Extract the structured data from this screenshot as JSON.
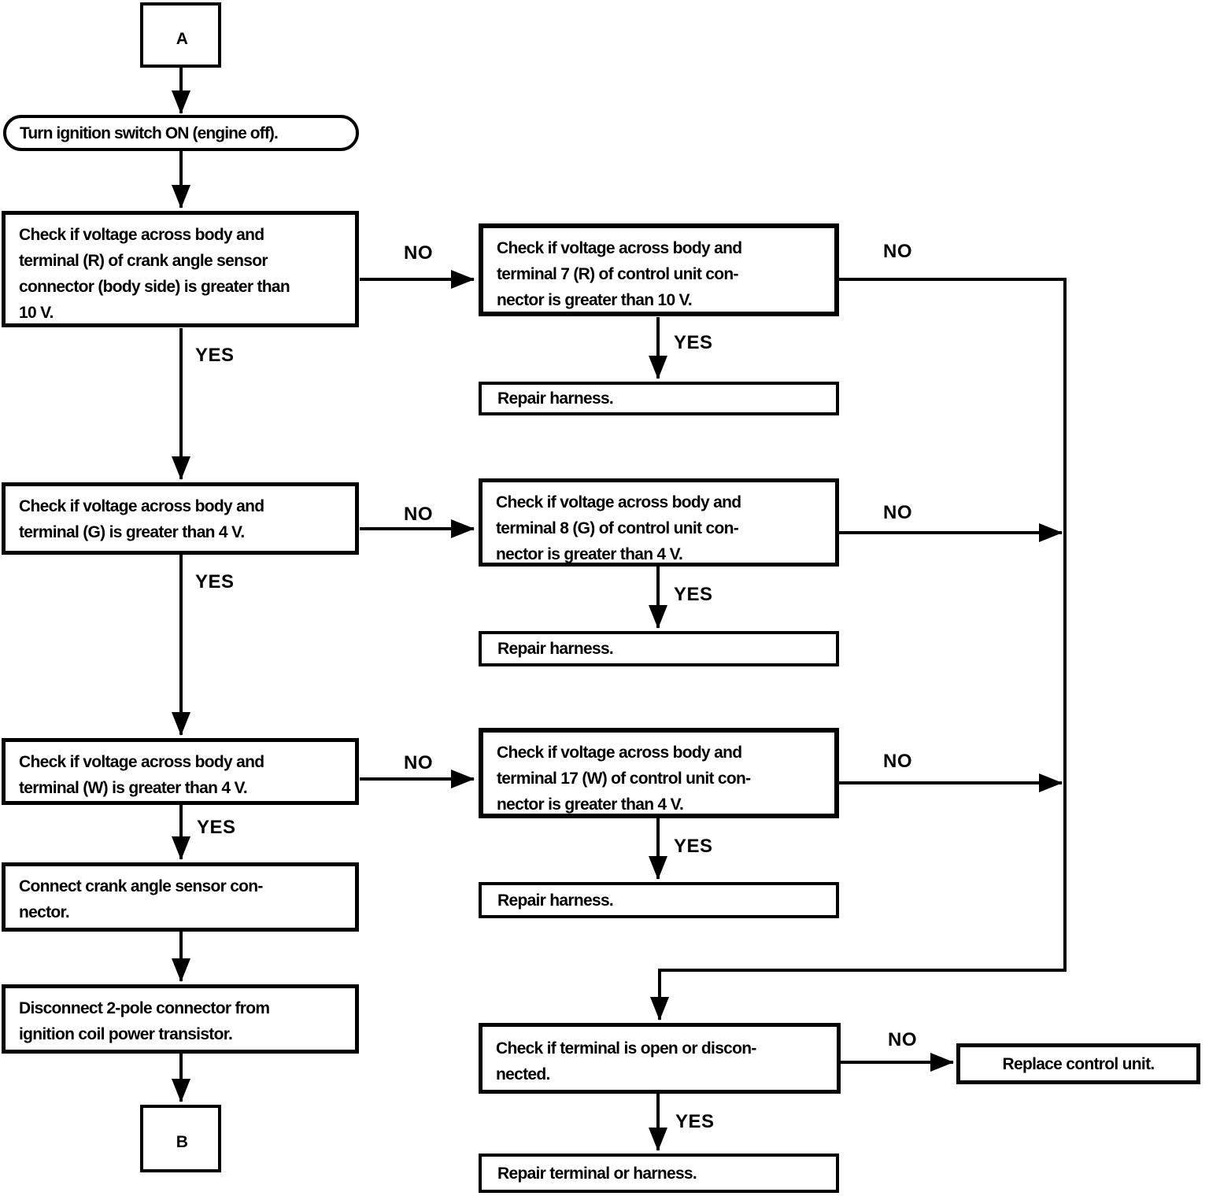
{
  "colors": {
    "ink": "#000000",
    "paper": "#ffffff"
  },
  "labels": {
    "yes": "YES",
    "no": "NO"
  },
  "nodes": {
    "connector_a": "A",
    "connector_b": "B",
    "start": "Turn ignition switch ON (engine off).",
    "check_crank_r": "Check if voltage across body and\nterminal (R) of crank angle sensor\nconnector (body side) is greater than\n10 V.",
    "check_g": "Check if voltage across body and\nterminal (G) is greater than 4 V.",
    "check_w": "Check if voltage across body and\nterminal (W) is greater than 4 V.",
    "connect_sensor": "Connect crank angle sensor con-\nnector.",
    "disconnect_2pole": "Disconnect 2-pole connector from\nignition coil power transistor.",
    "check_cu_7r": "Check if voltage across body and\nterminal 7 (R) of control unit con-\nnector is greater than 10 V.",
    "check_cu_8g": "Check if voltage across body and\nterminal 8 (G) of control unit con-\nnector is greater than 4 V.",
    "check_cu_17w": "Check if voltage across body and\nterminal 17 (W) of control unit con-\nnector is greater than 4 V.",
    "repair_harness": "Repair harness.",
    "check_terminal_open": "Check if terminal is open or discon-\nnected.",
    "repair_terminal": "Repair terminal or harness.",
    "replace_control_unit": "Replace control unit."
  }
}
